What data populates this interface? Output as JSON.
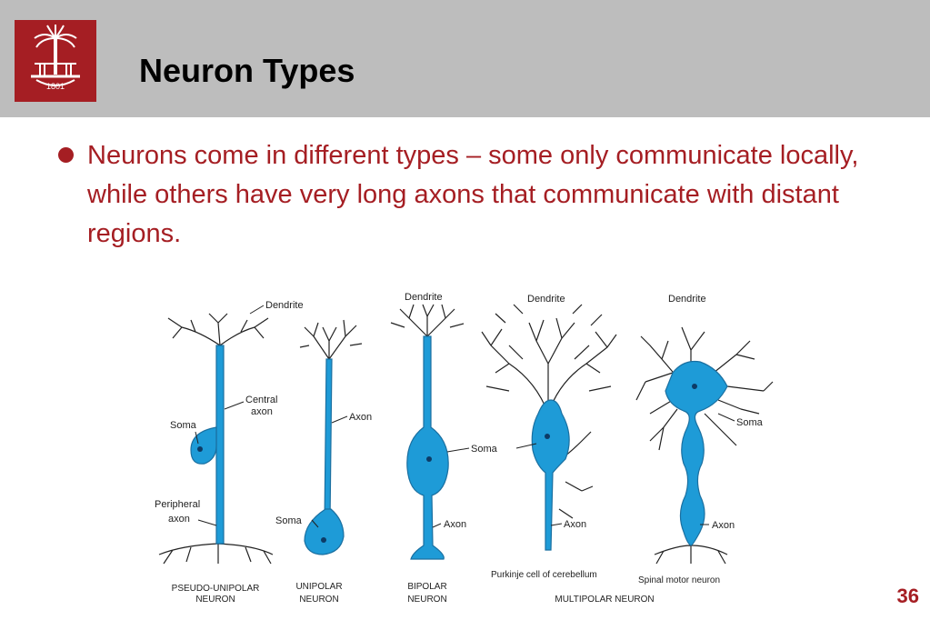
{
  "slide": {
    "title": "Neuron Types",
    "bullet": "Neurons come in different types – some only communicate locally, while others have very long axons that communicate with distant regions.",
    "page_number": "36",
    "logo_text": "1801",
    "logo_icon": "palmetto-tree-icon"
  },
  "figure": {
    "neurons": [
      {
        "label_line1": "PSEUDO-UNIPOLAR",
        "label_line2": "NEURON",
        "annotations": [
          "Dendrite",
          "Central",
          "axon",
          "Soma",
          "Peripheral",
          "axon"
        ]
      },
      {
        "label_line1": "UNIPOLAR",
        "label_line2": "NEURON",
        "annotations": [
          "Axon",
          "Soma"
        ]
      },
      {
        "label_line1": "BIPOLAR",
        "label_line2": "NEURON",
        "annotations": [
          "Dendrite",
          "Soma",
          "Axon"
        ]
      },
      {
        "annotations": [
          "Dendrite",
          "Axon"
        ],
        "caption": "Purkinje cell of cerebellum"
      },
      {
        "annotations": [
          "Dendrite",
          "Soma",
          "Axon"
        ],
        "caption": "Spinal motor neuron"
      }
    ],
    "group_label": "MULTIPOLAR NEURON"
  },
  "colors": {
    "accent": "#a51e23",
    "header_bg": "#bdbdbd",
    "neuron_fill": "#1e9bd7"
  }
}
